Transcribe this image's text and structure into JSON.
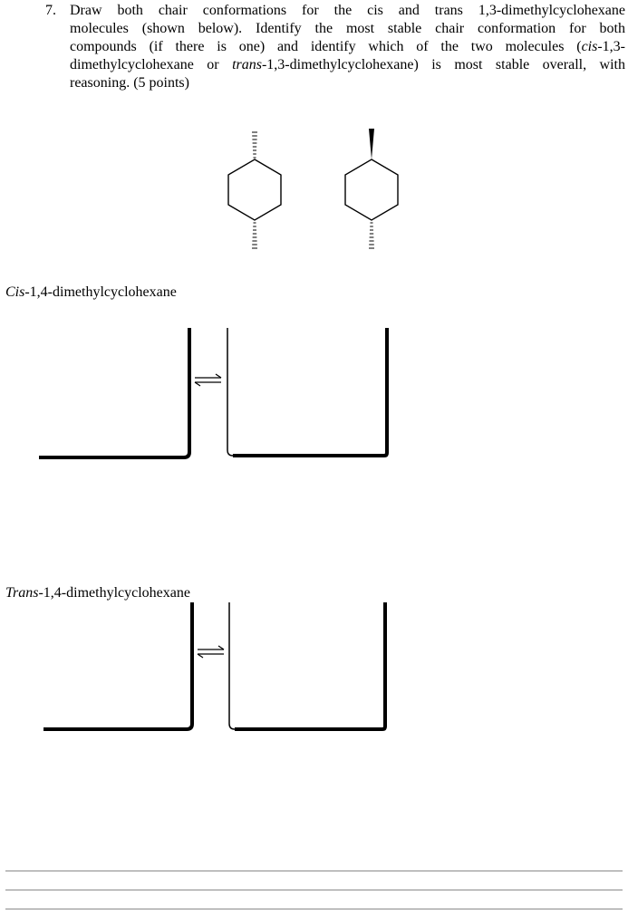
{
  "question": {
    "number": "7.",
    "lines": [
      "Draw both chair conformations for the cis and trans 1,3-dimethylcyclohexane",
      "molecules (shown below). Identify the most stable chair conformation for both",
      "compounds (if there is one) and identify which of the two molecules (",
      "dimethylcyclohexane or ",
      "reasoning. (5 points)"
    ],
    "line3_italic": "cis",
    "line3_tail": "-1,3-",
    "line4_italic": "trans",
    "line4_tail": "-1,3-dimethylcyclohexane) is most stable overall, with"
  },
  "sections": {
    "cis": {
      "label_italic": "Cis",
      "label_rest": "-1,4-dimethylcyclohexane"
    },
    "trans": {
      "label_italic": "Trans",
      "label_rest": "-1,4-dimethylcyclohexane"
    }
  },
  "answer_lines": 3
}
